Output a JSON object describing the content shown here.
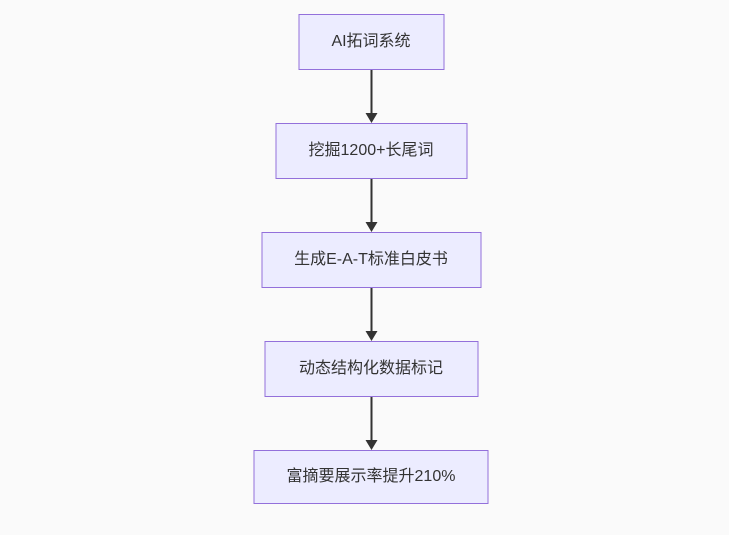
{
  "flowchart": {
    "type": "flowchart-vertical",
    "nodes": [
      {
        "id": "A",
        "label": "AI拓词系统"
      },
      {
        "id": "B",
        "label": "挖掘1200+长尾词"
      },
      {
        "id": "C",
        "label": "生成E-A-T标准白皮书"
      },
      {
        "id": "D",
        "label": "动态结构化数据标记"
      },
      {
        "id": "E",
        "label": "富摘要展示率提升210%"
      }
    ],
    "edges": [
      {
        "from": "A",
        "to": "B"
      },
      {
        "from": "B",
        "to": "C"
      },
      {
        "from": "C",
        "to": "D"
      },
      {
        "from": "D",
        "to": "E"
      }
    ],
    "colors": {
      "node_fill": "#ECECFF",
      "node_border": "#9370DB",
      "text": "#333333",
      "arrow": "#333333",
      "background": "#fafafa"
    }
  }
}
